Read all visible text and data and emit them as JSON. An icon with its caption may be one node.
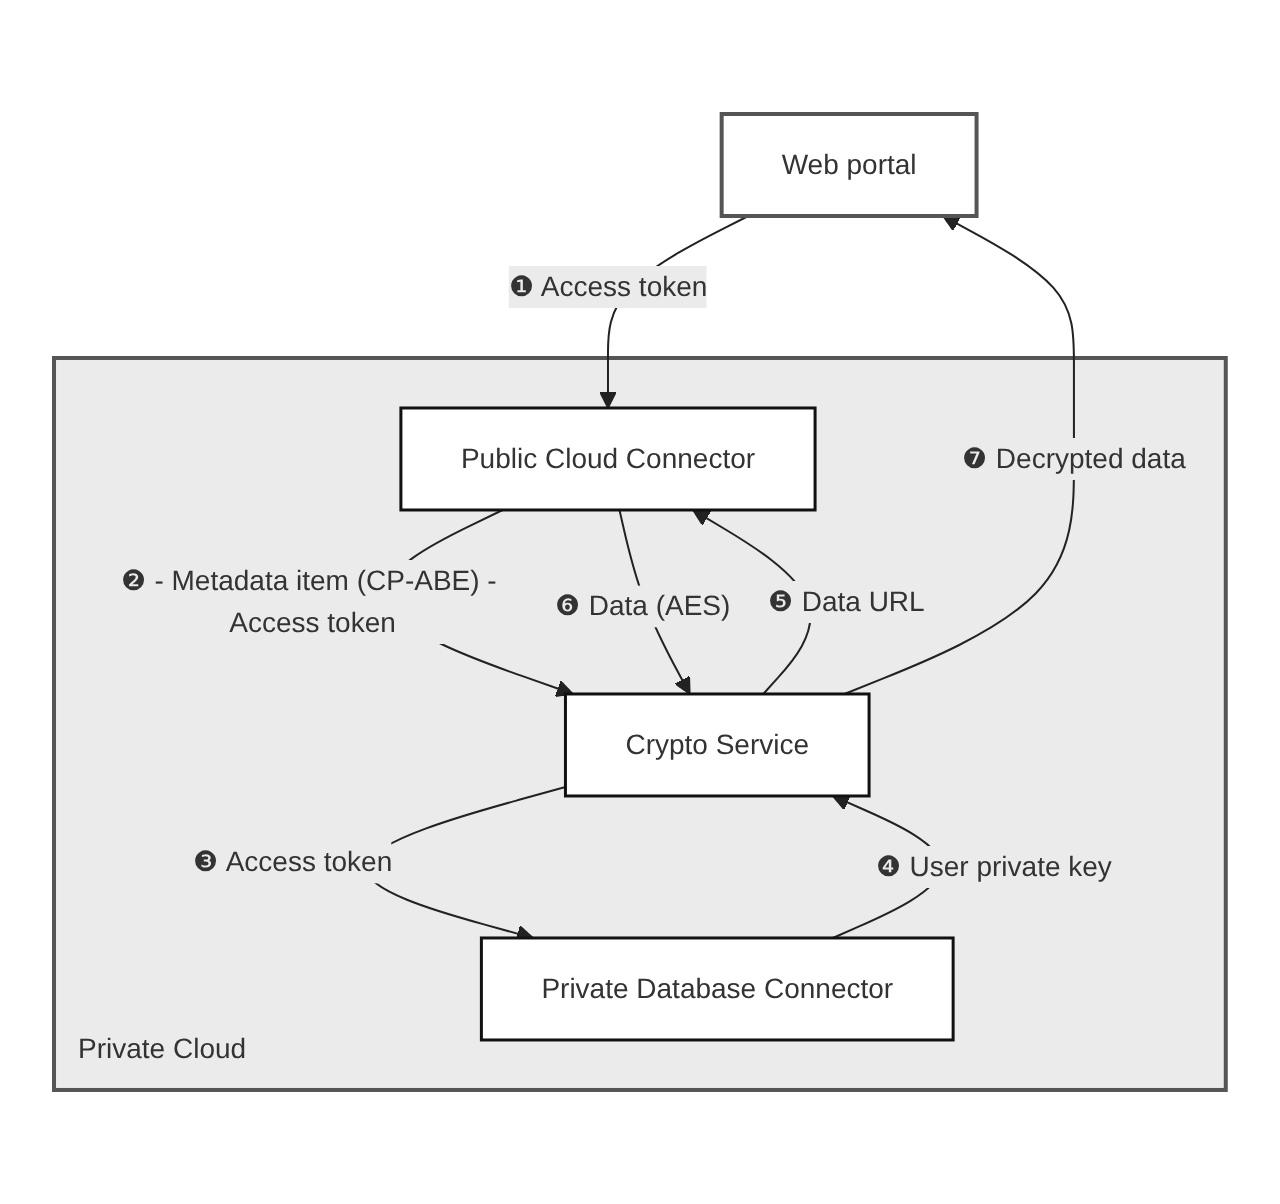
{
  "diagram": {
    "nodes": [
      {
        "text": [
          "Web portal"
        ]
      },
      {
        "text": [
          "Private Cloud"
        ]
      },
      {
        "text": [
          "Public Cloud Connector"
        ],
        "in": 1
      },
      {
        "text": [
          "Crypto Service"
        ],
        "in": 1
      },
      {
        "text": [
          "Private Database Connector"
        ],
        "in": 1
      }
    ],
    "edges": [
      {
        "from": 0,
        "to": 2,
        "arrow": "to",
        "label": "❶ Access token"
      },
      {
        "from": 2,
        "to": 3,
        "arrow": "to",
        "label": "❷ - Metadata item (CP-ABE) - Access token"
      },
      {
        "from": 3,
        "to": 4,
        "arrow": "to",
        "label": "❸ Access token"
      },
      {
        "from": 4,
        "to": 3,
        "arrow": "to",
        "label": "❹ User private key"
      },
      {
        "from": 3,
        "to": 2,
        "arrow": "to",
        "label": "❺ Data URL"
      },
      {
        "from": 2,
        "to": 3,
        "arrow": "to",
        "label": "❻ Data (AES)"
      },
      {
        "from": 3,
        "to": 0,
        "arrow": "to",
        "label": "❼ Decrypted data"
      }
    ]
  }
}
